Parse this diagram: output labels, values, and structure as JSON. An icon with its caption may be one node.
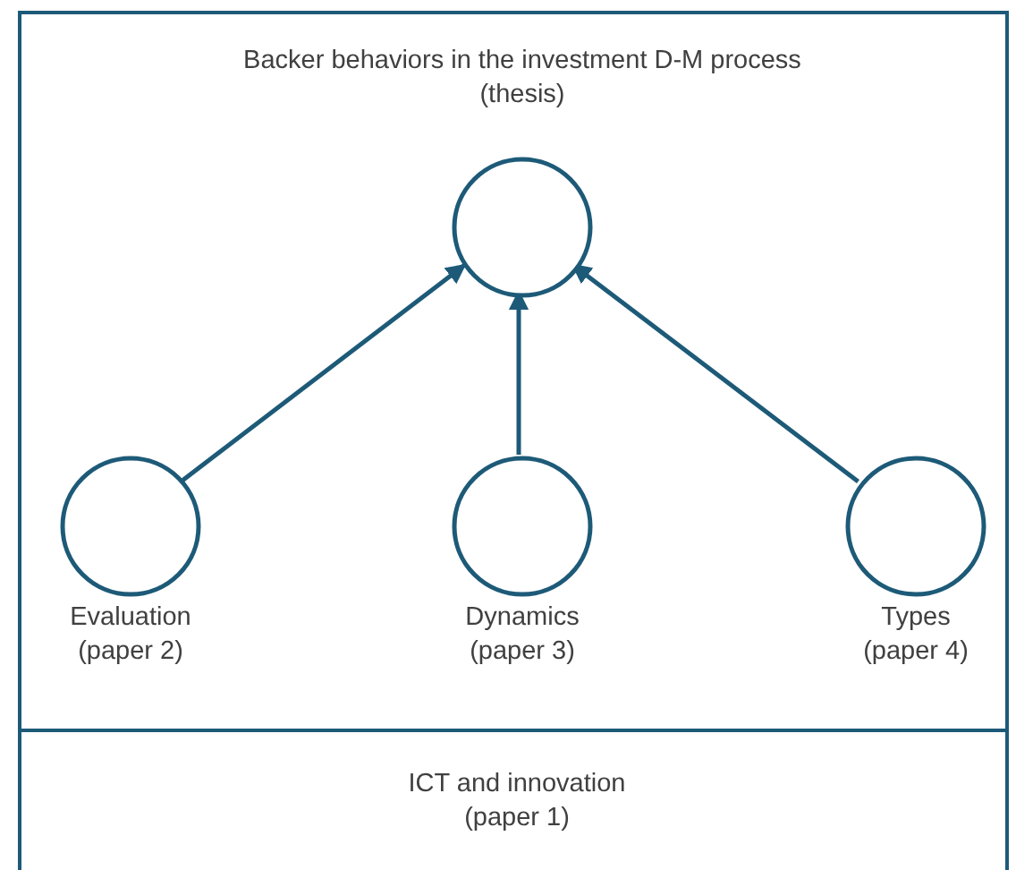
{
  "diagram": {
    "nodes": [
      {
        "text": [],
        "shape": "box"
      },
      {
        "text": [
          "Backer behaviors in the investment D-M process (thesis)"
        ],
        "in": 0
      },
      {
        "text": [
          "Evaluation (paper 2)"
        ],
        "in": 0
      },
      {
        "text": [
          "Dynamics (paper 3)"
        ],
        "in": 0
      },
      {
        "text": [
          "Types (paper 4)"
        ],
        "in": 0
      },
      {
        "text": [
          "ICT and innovation (paper 1)"
        ]
      }
    ],
    "edges": [
      {
        "from": 2,
        "to": 1,
        "arrow": "to"
      },
      {
        "from": 3,
        "to": 1,
        "arrow": "to"
      },
      {
        "from": 4,
        "to": 1,
        "arrow": "to"
      }
    ]
  }
}
